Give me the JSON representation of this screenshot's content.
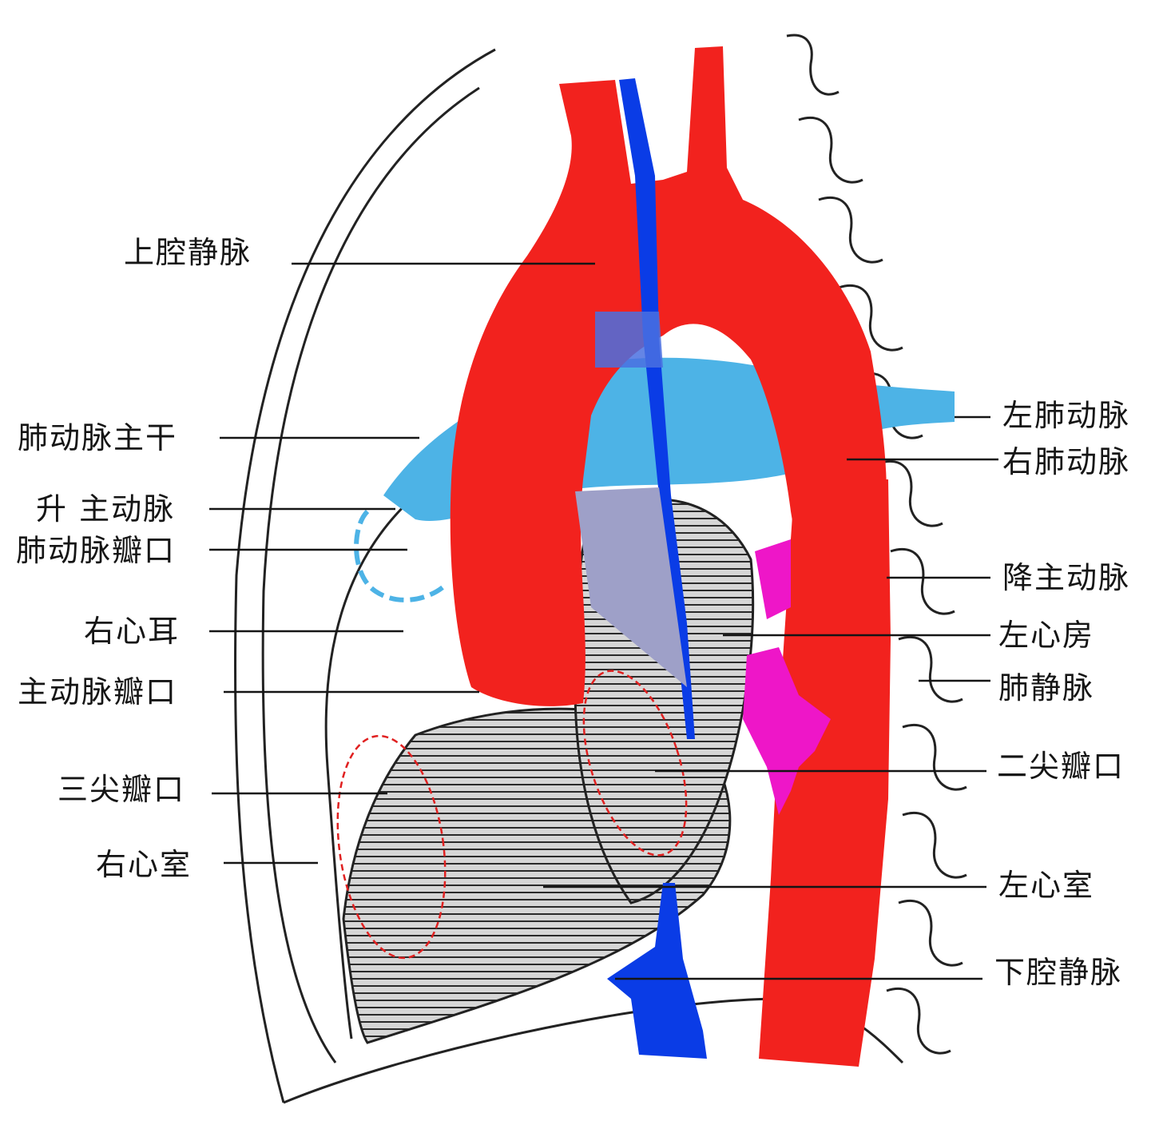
{
  "colors": {
    "aorta": "#f2221e",
    "vein": "#0a3ce6",
    "pulmonary_artery": "#4db3e6",
    "pulmonary_vein": "#ee16c8",
    "heart_fill": "#d4d4d4",
    "valve_outline": "#e02020",
    "outline": "#222222",
    "leader_line": "#151515"
  },
  "labels_left": [
    {
      "id": "superior-vena-cava",
      "text": "上腔静脉"
    },
    {
      "id": "pulmonary-trunk",
      "text": "肺动脉主干"
    },
    {
      "id": "ascending-aorta",
      "text": "升 主动脉"
    },
    {
      "id": "pulmonary-valve",
      "text": "肺动脉瓣口"
    },
    {
      "id": "right-auricle",
      "text": "右心耳"
    },
    {
      "id": "aortic-valve",
      "text": "主动脉瓣口"
    },
    {
      "id": "tricuspid-valve",
      "text": "三尖瓣口"
    },
    {
      "id": "right-ventricle",
      "text": "右心室"
    }
  ],
  "labels_right": [
    {
      "id": "left-pulmonary-artery",
      "text": "左肺动脉"
    },
    {
      "id": "right-pulmonary-artery",
      "text": "右肺动脉"
    },
    {
      "id": "descending-aorta",
      "text": "降主动脉"
    },
    {
      "id": "left-atrium",
      "text": "左心房"
    },
    {
      "id": "pulmonary-veins",
      "text": "肺静脉"
    },
    {
      "id": "mitral-valve",
      "text": "二尖瓣口"
    },
    {
      "id": "left-ventricle",
      "text": "左心室"
    },
    {
      "id": "inferior-vena-cava",
      "text": "下腔静脉"
    }
  ]
}
